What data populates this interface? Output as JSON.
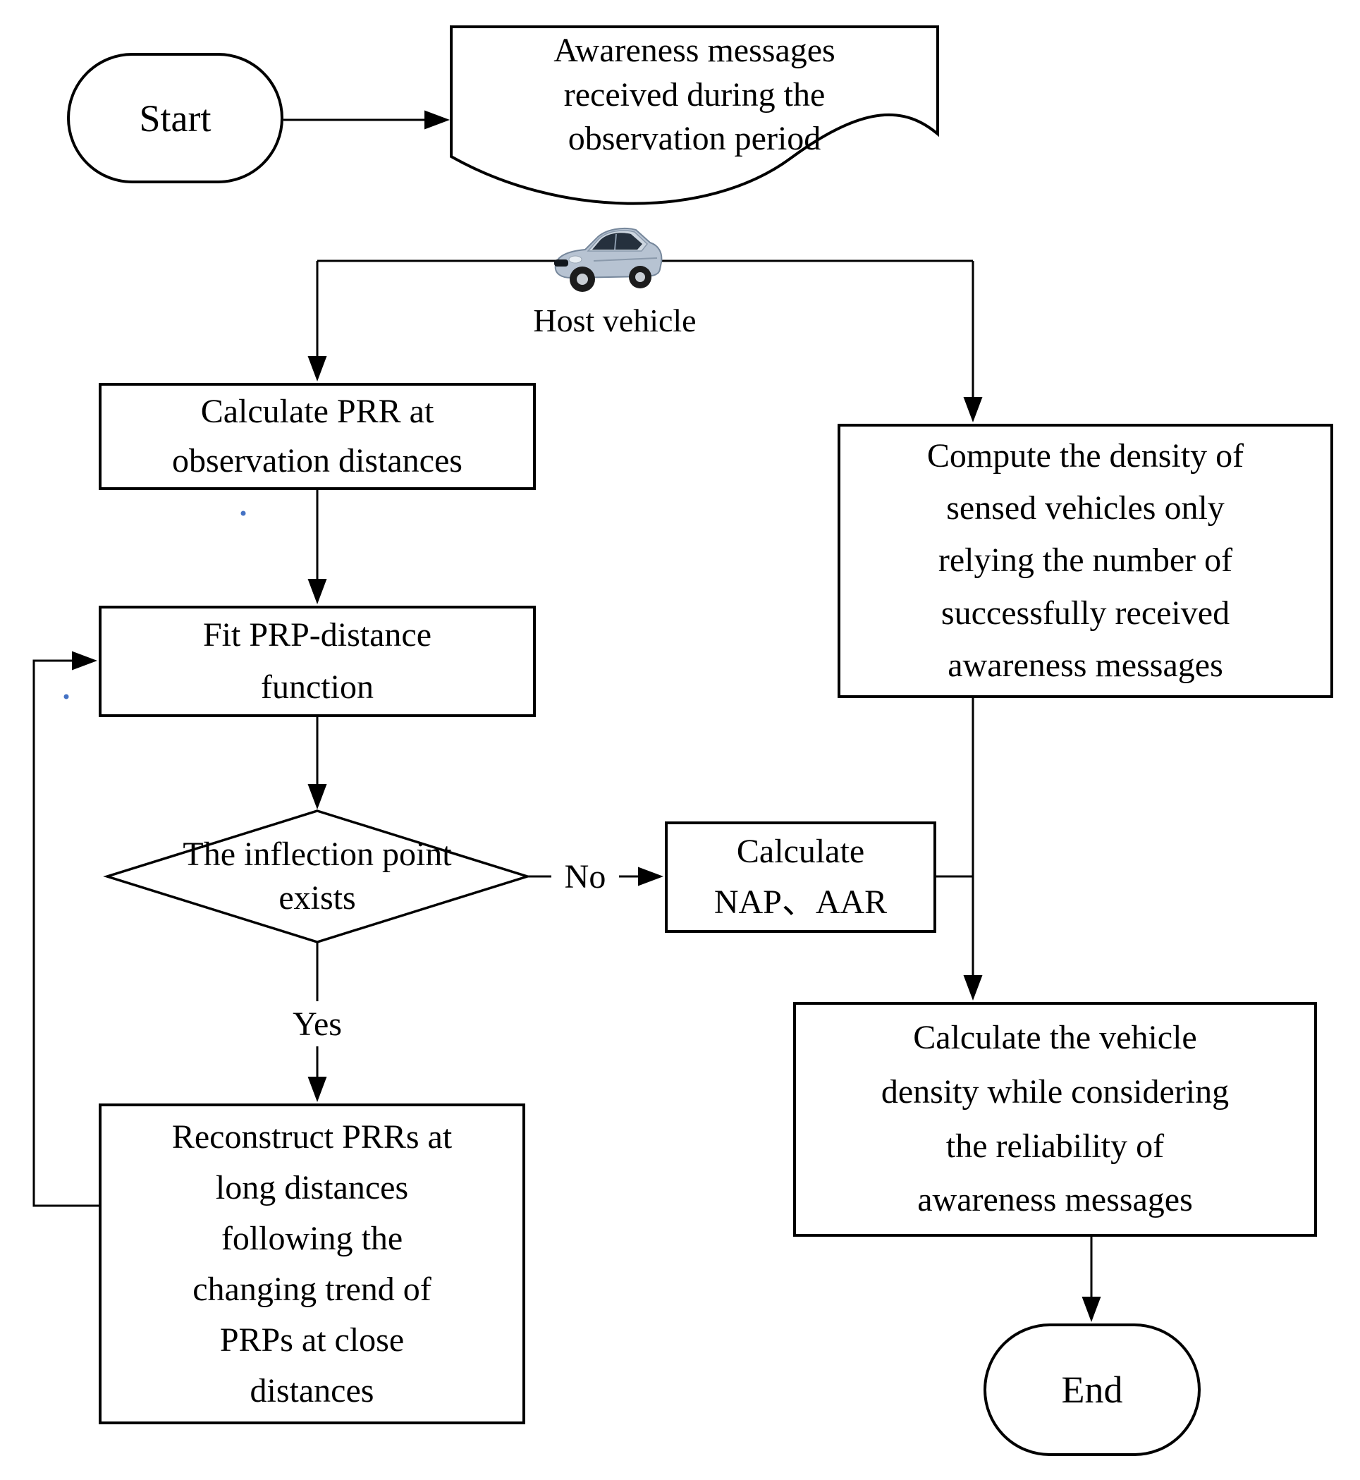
{
  "nodes": {
    "start": {
      "label": "Start"
    },
    "awareness_doc": {
      "label": "Awareness messages\nreceived during the\nobservation period"
    },
    "host_vehicle": {
      "label": "Host vehicle",
      "icon": "car-icon"
    },
    "calc_prr": {
      "label": "Calculate PRR at\nobservation distances"
    },
    "compute_density": {
      "label": "Compute the density of\nsensed vehicles only\nrelying the number of\nsuccessfully received\nawareness messages"
    },
    "fit_prp": {
      "label": "Fit PRP-distance\nfunction"
    },
    "inflection_decision": {
      "label": "The inflection point\nexists"
    },
    "calc_nap_aar": {
      "label": "Calculate\nNAP、AAR"
    },
    "reconstruct_prr": {
      "label": "Reconstruct PRRs at\nlong distances\nfollowing the\nchanging trend of\nPRPs at close\ndistances"
    },
    "calc_vehicle_density": {
      "label": "Calculate the vehicle\ndensity while considering\nthe reliability of\nawareness messages"
    },
    "end": {
      "label": "End"
    }
  },
  "edges": {
    "no_label": "No",
    "yes_label": "Yes"
  },
  "colors": {
    "stroke": "#000000",
    "background": "#ffffff",
    "artifact_dot": "#4472c4",
    "car_body": "#b7c3d2",
    "car_cabin": "#cdd6e0",
    "car_window": "#25303d"
  }
}
